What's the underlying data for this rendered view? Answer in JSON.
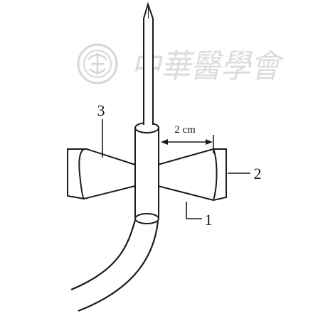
{
  "diagram": {
    "labels": {
      "part_1": "1",
      "part_2": "2",
      "part_3": "3"
    },
    "dimension": {
      "text": "2 cm"
    },
    "watermark": {
      "text": "中華醫學會",
      "logo": "chinese-medical-association-seal"
    }
  },
  "colors": {
    "stroke": "#1a1a1a",
    "watermark": "#dcdcdc",
    "background": "#ffffff"
  }
}
